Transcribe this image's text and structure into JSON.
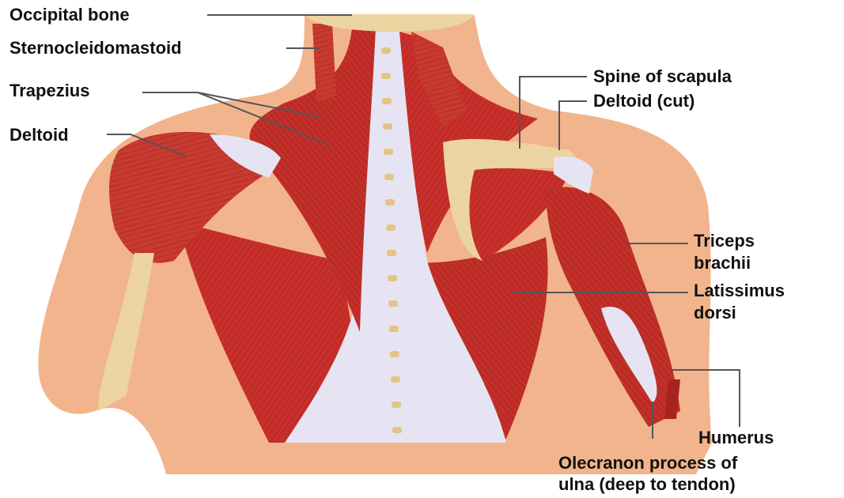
{
  "labels": {
    "occipital_bone": "Occipital bone",
    "sternocleidomastoid": "Sternocleidomastoid",
    "trapezius": "Trapezius",
    "deltoid": "Deltoid",
    "spine_of_scapula": "Spine of scapula",
    "deltoid_cut": "Deltoid (cut)",
    "triceps_line1": "Triceps",
    "triceps_line2": "brachii",
    "latissimus_line1": "Latissimus",
    "latissimus_line2": "dorsi",
    "humerus": "Humerus",
    "olecranon_line1": "Olecranon process of",
    "olecranon_line2": "ulna (deep to tendon)"
  },
  "colors": {
    "skin": "#f2b48c",
    "muscle": "#c8302c",
    "muscle_dark": "#8f1e1c",
    "bone": "#ecd4a0",
    "tendon": "#e6e4f2",
    "leader": "#555555"
  }
}
